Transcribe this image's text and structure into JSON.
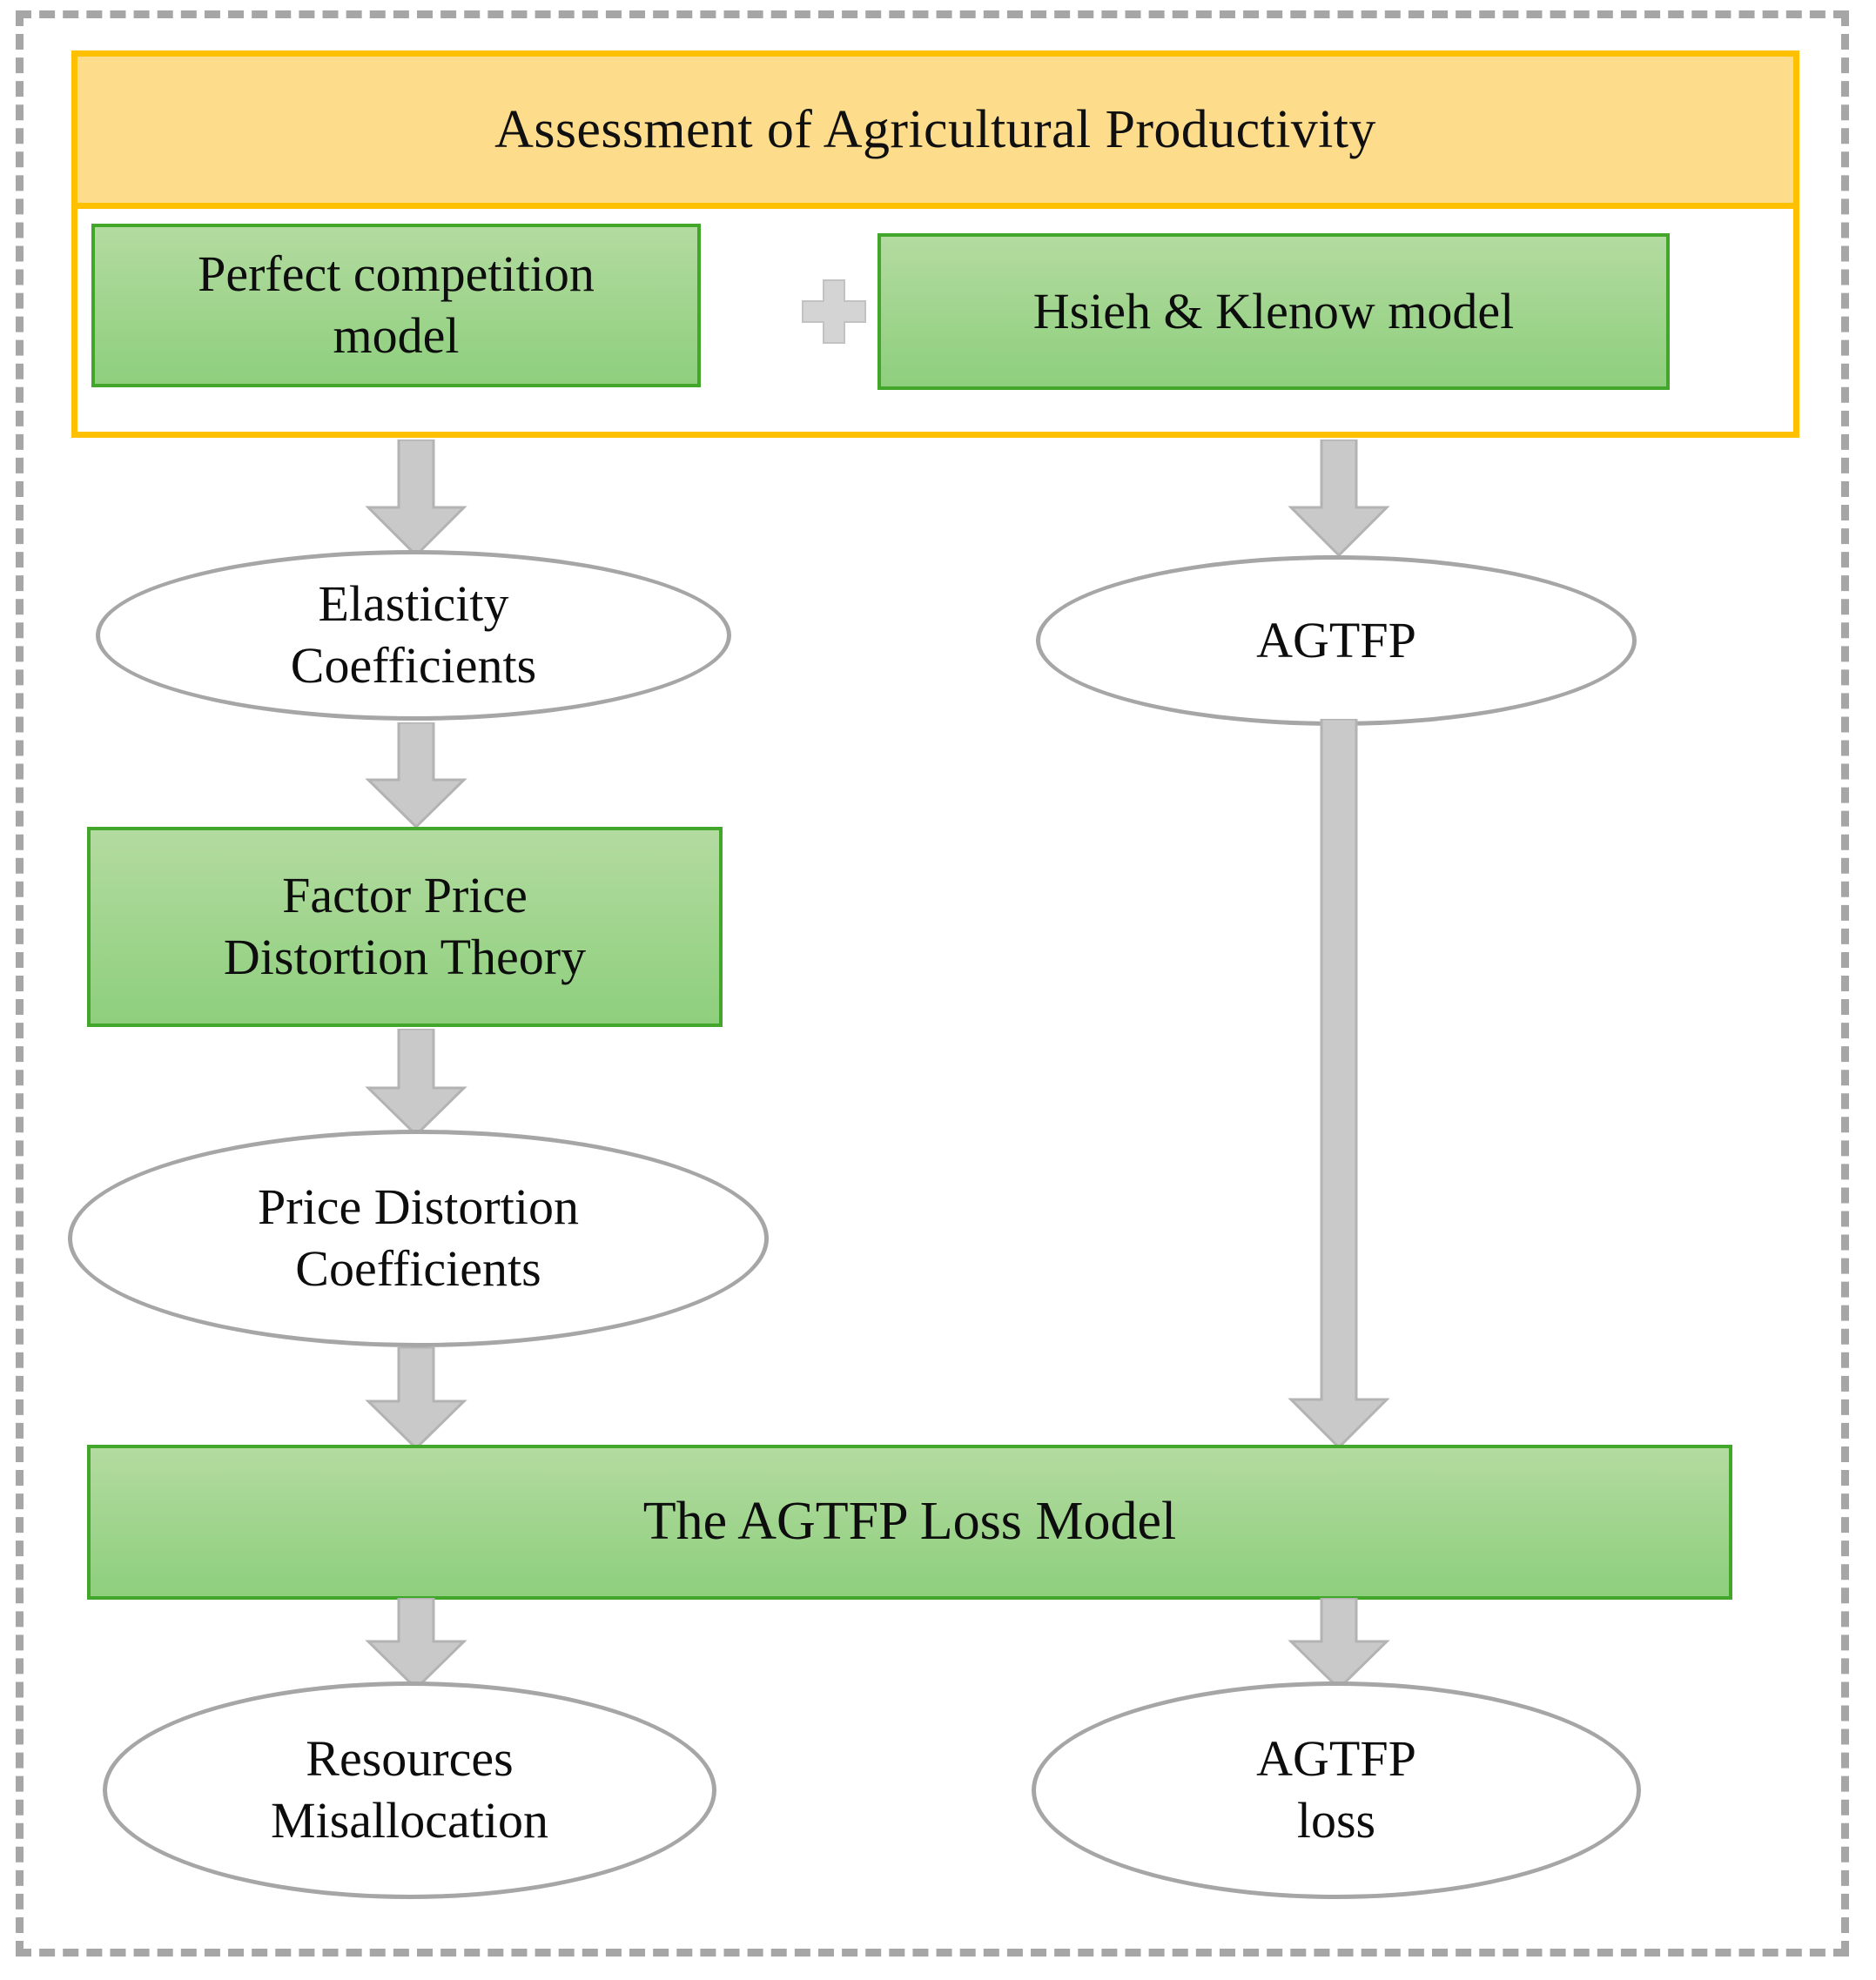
{
  "diagram": {
    "title": "Assessment of Agricultural Productivity",
    "colors": {
      "frame_dashed": "#a6a6a6",
      "container_border": "#ffc000",
      "title_fill": "#fddc8c",
      "box_fill": "#a9d08e",
      "box_border": "#41a62a",
      "ellipse_border": "#a6a6a6",
      "arrow_fill": "#c9c9c9",
      "arrow_stroke": "#b0b0b0",
      "text": "#0d0d0d"
    },
    "nodes": {
      "assessment_title": "Assessment of Agricultural Productivity",
      "perfect_competition_model": "Perfect competition\nmodel",
      "plus_operator": "+",
      "hsieh_klenow_model": "Hsieh  &  Klenow model",
      "elasticity_coefficients": "Elasticity\nCoefficients",
      "agtfp": "AGTFP",
      "factor_price_distortion_theory": "Factor Price\nDistortion Theory",
      "price_distortion_coefficients": "Price Distortion\nCoefficients",
      "agtfp_loss_model": "The AGTFP Loss Model",
      "resources_misallocation": "Resources\nMisallocation",
      "agtfp_loss": "AGTFP\nloss"
    },
    "edges": [
      {
        "id": "edge-1",
        "from": "perfect_competition_model",
        "to": "elasticity_coefficients",
        "style": "block-arrow-down"
      },
      {
        "id": "edge-2",
        "from": "hsieh_klenow_model",
        "to": "agtfp",
        "style": "block-arrow-down"
      },
      {
        "id": "edge-3",
        "from": "elasticity_coefficients",
        "to": "factor_price_distortion_theory",
        "style": "block-arrow-down"
      },
      {
        "id": "edge-4",
        "from": "factor_price_distortion_theory",
        "to": "price_distortion_coefficients",
        "style": "block-arrow-down"
      },
      {
        "id": "edge-5",
        "from": "price_distortion_coefficients",
        "to": "agtfp_loss_model",
        "style": "block-arrow-down"
      },
      {
        "id": "edge-6",
        "from": "agtfp",
        "to": "agtfp_loss_model",
        "style": "block-arrow-down-long"
      },
      {
        "id": "edge-7",
        "from": "agtfp_loss_model",
        "to": "resources_misallocation",
        "style": "block-arrow-down"
      },
      {
        "id": "edge-8",
        "from": "agtfp_loss_model",
        "to": "agtfp_loss",
        "style": "block-arrow-down"
      }
    ]
  }
}
